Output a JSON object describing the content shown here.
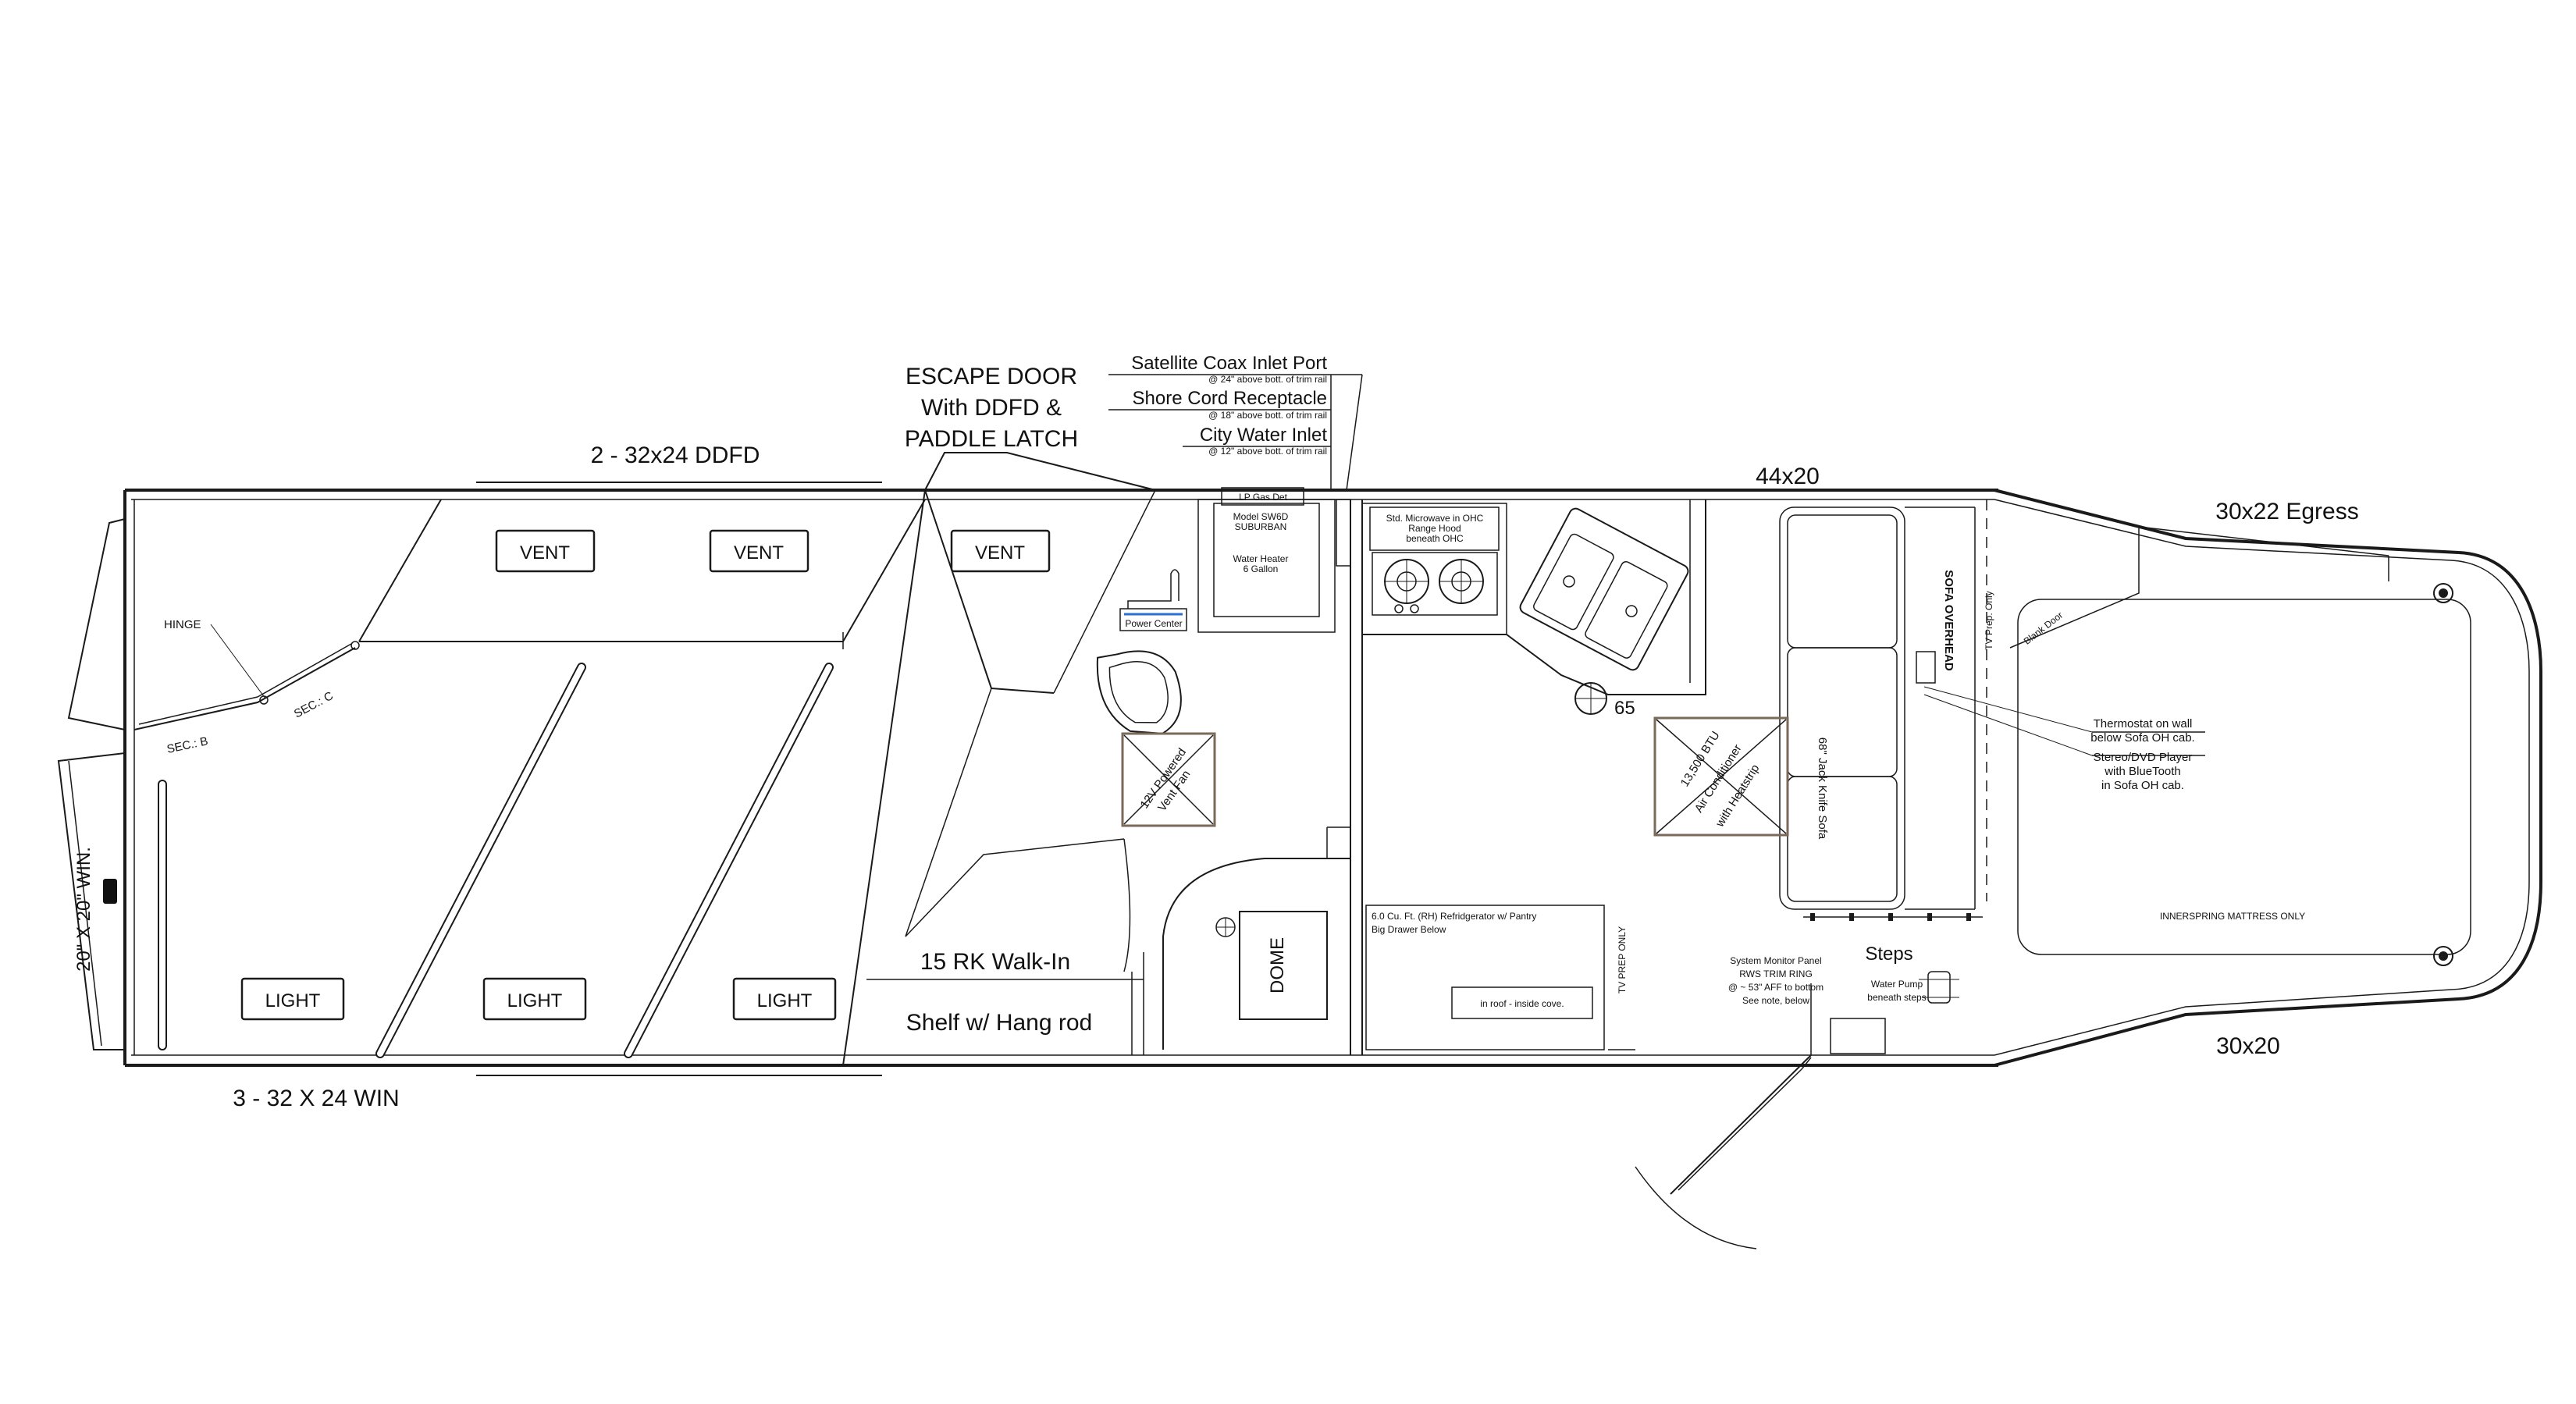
{
  "labels": {
    "ddfd": "2 - 32x24 DDFD",
    "windows_bottom": "3 - 32 X 24 WIN",
    "escape_door_1": "ESCAPE DOOR",
    "escape_door_2": "With DDFD &",
    "escape_door_3": "PADDLE LATCH",
    "satellite": "Satellite Coax Inlet Port",
    "satellite_note": "@ 24\" above bott. of trim rail",
    "shore": "Shore Cord Receptacle",
    "shore_note": "@ 18\" above bott. of trim rail",
    "city_water": "City Water Inlet",
    "city_water_note": "@ 12\" above bott. of trim rail",
    "win_44x20": "44x20",
    "egress": "30x22 Egress",
    "win_30x20": "30x20",
    "vent": "VENT",
    "light": "LIGHT",
    "hinge": "HINGE",
    "sec_b": "SEC.: B",
    "sec_c": "SEC.: C",
    "win_20x20": "20\" X 20\" WIN.",
    "walk_in": "15 RK Walk-In",
    "shelf": "Shelf w/ Hang rod",
    "dome": "DOME",
    "lp_gas": "LP Gas Det",
    "suburban_1": "Model SW6D",
    "suburban_2": "SUBURBAN",
    "water_heater_1": "Water Heater",
    "water_heater_2": "6 Gallon",
    "power_center": "Power Center",
    "vent_fan_1": "12V Powered",
    "vent_fan_2": "Vent Fan",
    "microwave": "Std. Microwave in OHC",
    "range_hood_1": "Range Hood",
    "range_hood_2": "beneath OHC",
    "fridge_1": "6.0 Cu. Ft. (RH) Refridgerator w/ Pantry",
    "fridge_2": "Big Drawer Below",
    "in_roof": "in roof - inside cove.",
    "tv_prep": "TV PREP ONLY",
    "ac_1": "13,500 BTU",
    "ac_2": "Air Conditioner",
    "ac_3": "with Heatstrip",
    "sofa": "68\" Jack Knife Sofa",
    "sofa_over": "SOFA OVERHEAD",
    "tv_prep_only": "TV Prep. Only",
    "blank_door": "Blank Door",
    "thermostat_1": "Thermostat on wall",
    "thermostat_2": "below Sofa OH cab.",
    "stereo_1": "Stereo/DVD Player",
    "stereo_2": "with BlueTooth",
    "stereo_3": "in Sofa OH cab.",
    "mattress": "INNERSPRING MATTRESS ONLY",
    "monitor_1": "System Monitor Panel",
    "monitor_2": "RWS TRIM RING",
    "monitor_3": "@ ~ 53\" AFF to bottom",
    "monitor_4": "See note, below",
    "steps": "Steps",
    "water_pump_1": "Water Pump",
    "water_pump_2": "beneath steps",
    "dim_65": "65"
  }
}
